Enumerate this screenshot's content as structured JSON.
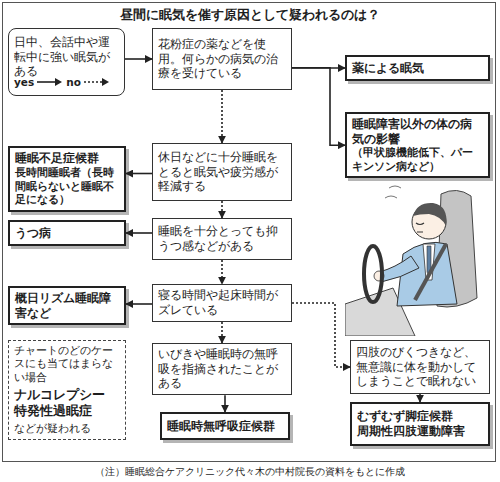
{
  "diagram": {
    "title": "昼間に眠気を催す原因として疑われるのは？",
    "caption": "（注）睡眠総合ケアクリニック代々木の中村院長の資料をもとに作成",
    "nodes": [
      {
        "text": [
          "日中、会話中や運転中に強い眠気がある"
        ]
      },
      {
        "text": [
          "花粉症の薬などを使用。何らかの病気の治療を受けている"
        ]
      },
      {
        "text": [
          "薬による眠気"
        ]
      },
      {
        "text": [
          "睡眠不足症候群",
          "長時間睡眠者（長時間眠らないと睡眠不足になる）"
        ]
      },
      {
        "text": [
          "休日などに十分睡眠をとると眠気や疲労感が軽減する"
        ]
      },
      {
        "text": [
          "睡眠障害以外の体の病気の影響",
          "（甲状腺機能低下、パーキンソン病など）"
        ]
      },
      {
        "text": [
          "うつ病"
        ]
      },
      {
        "text": [
          "睡眠を十分とっても抑うつ感などがある"
        ]
      },
      {
        "text": [
          "概日リズム睡眠障害など"
        ]
      },
      {
        "text": [
          "寝る時間や起床時間がズレている"
        ]
      },
      {
        "text": [
          "チャートのどのケースにも当てはまらない場合",
          "ナルコレプシー 特発性過眠症",
          "などが疑われる"
        ]
      },
      {
        "text": [
          "いびきや睡眠時の無呼吸を指摘されたことがある"
        ]
      },
      {
        "text": [
          "睡眠時無呼吸症候群"
        ]
      },
      {
        "text": [
          "四肢のびくつきなど、無意識に体を動かしてしまうことで眠れない"
        ]
      },
      {
        "text": [
          "むずむず脚症候群 周期性四肢運動障害"
        ]
      }
    ],
    "edges": [
      {
        "from": 0,
        "to": 1,
        "arrow": "to"
      },
      {
        "from": 1,
        "to": 2,
        "arrow": "to"
      },
      {
        "from": 1,
        "to": 5,
        "arrow": "to"
      },
      {
        "from": 1,
        "to": 4,
        "arrow": "to"
      },
      {
        "from": 4,
        "to": 3,
        "arrow": "to"
      },
      {
        "from": 4,
        "to": 7,
        "arrow": "to"
      },
      {
        "from": 7,
        "to": 6,
        "arrow": "to"
      },
      {
        "from": 7,
        "to": 9,
        "arrow": "to"
      },
      {
        "from": 9,
        "to": 8,
        "arrow": "to"
      },
      {
        "from": 9,
        "to": 11,
        "arrow": "to"
      },
      {
        "from": 9,
        "to": 13,
        "arrow": "to"
      },
      {
        "from": 11,
        "to": 12,
        "arrow": "to"
      },
      {
        "from": 13,
        "to": 14,
        "arrow": "to"
      }
    ],
    "legend": [
      {
        "text": "yes"
      },
      {
        "text": "no"
      }
    ]
  }
}
